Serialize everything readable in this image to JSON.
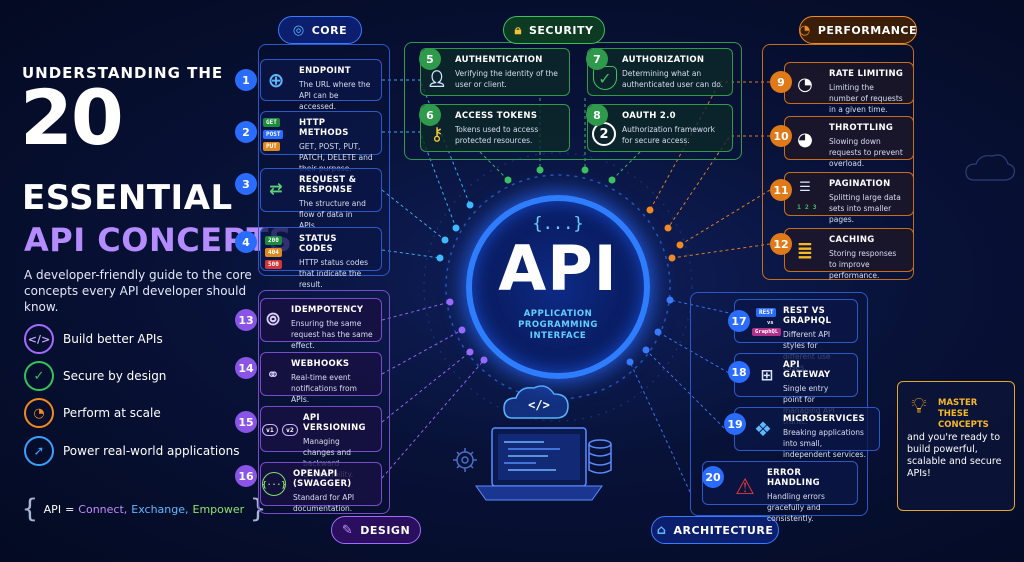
{
  "left_panel": {
    "title_line1": "UNDERSTANDING THE",
    "title_number": "20",
    "title_line2": "ESSENTIAL",
    "title_line3": "API CONCEPTS",
    "subtitle": "A developer-friendly guide to the core concepts every API developer should know.",
    "features": [
      {
        "label": "Build better APIs",
        "icon": "code-icon",
        "glyph": "</>",
        "color": "#a26bff"
      },
      {
        "label": "Secure by design",
        "icon": "shield-icon",
        "glyph": "✓",
        "color": "#36c25b"
      },
      {
        "label": "Perform at scale",
        "icon": "gauge-icon",
        "glyph": "◔",
        "color": "#f08a24"
      },
      {
        "label": "Power real-world applications",
        "icon": "rocket-icon",
        "glyph": "➚",
        "color": "#3aa0ff"
      }
    ],
    "footer": {
      "prefix": "API",
      "equals": "=",
      "connect": "Connect,",
      "exchange": "Exchange,",
      "empower": "Empower"
    }
  },
  "categories": {
    "core": {
      "label": "CORE",
      "color": "#3a7bff"
    },
    "security": {
      "label": "SECURITY",
      "color": "#3cc060"
    },
    "performance": {
      "label": "PERFORMANCE",
      "color": "#f08a24"
    },
    "design": {
      "label": "DESIGN",
      "color": "#a56bff"
    },
    "architecture": {
      "label": "ARCHITECTURE",
      "color": "#3a7bff"
    }
  },
  "center": {
    "braces": "{...}",
    "label": "API",
    "sub1": "APPLICATION",
    "sub2": "PROGRAMMING",
    "sub3": "INTERFACE"
  },
  "concepts": [
    {
      "n": "1",
      "title": "ENDPOINT",
      "desc": "The URL where the API can be accessed."
    },
    {
      "n": "2",
      "title": "HTTP METHODS",
      "desc": "GET, POST, PUT, PATCH, DELETE and their purpose."
    },
    {
      "n": "3",
      "title": "REQUEST & RESPONSE",
      "desc": "The structure and flow of data in APIs."
    },
    {
      "n": "4",
      "title": "STATUS CODES",
      "desc": "HTTP status codes that indicate the result."
    },
    {
      "n": "5",
      "title": "AUTHENTICATION",
      "desc": "Verifying the identity of the user or client."
    },
    {
      "n": "6",
      "title": "ACCESS TOKENS",
      "desc": "Tokens used to access protected resources."
    },
    {
      "n": "7",
      "title": "AUTHORIZATION",
      "desc": "Determining what an authenticated user can do."
    },
    {
      "n": "8",
      "title": "OAUTH 2.0",
      "desc": "Authorization framework for secure access."
    },
    {
      "n": "9",
      "title": "RATE LIMITING",
      "desc": "Limiting the number of requests in a given time."
    },
    {
      "n": "10",
      "title": "THROTTLING",
      "desc": "Slowing down requests to prevent overload."
    },
    {
      "n": "11",
      "title": "PAGINATION",
      "desc": "Splitting large data sets into smaller pages."
    },
    {
      "n": "12",
      "title": "CACHING",
      "desc": "Storing responses to improve performance."
    },
    {
      "n": "13",
      "title": "IDEMPOTENCY",
      "desc": "Ensuring the same request has the same effect."
    },
    {
      "n": "14",
      "title": "WEBHOOKS",
      "desc": "Real-time event notifications from APIs."
    },
    {
      "n": "15",
      "title": "API VERSIONING",
      "desc": "Managing changes and backward compatibility."
    },
    {
      "n": "16",
      "title": "OPENAPI (SWAGGER)",
      "desc": "Standard for API documentation."
    },
    {
      "n": "17",
      "title": "REST VS GRAPHQL",
      "desc": "Different API styles for different use cases."
    },
    {
      "n": "18",
      "title": "API GATEWAY",
      "desc": "Single entry point for managing API traffic."
    },
    {
      "n": "19",
      "title": "MICROSERVICES",
      "desc": "Breaking applications into small, independent services."
    },
    {
      "n": "20",
      "title": "ERROR HANDLING",
      "desc": "Handling errors gracefully and consistently."
    }
  ],
  "badges": {
    "get": "GET",
    "post": "POST",
    "put": "PUT",
    "s200": "200",
    "s404": "404",
    "s500": "500",
    "rest": "REST",
    "vs": "vs",
    "graphql": "GraphQL",
    "v1": "v1",
    "v2": "v2",
    "oauth_num": "2",
    "pages": "1 2 3",
    "openapi_glyph": "{···}"
  },
  "master": {
    "title": "MASTER THESE CONCEPTS",
    "desc": "and you're ready to build powerful, scalable and secure APIs!"
  },
  "laptop_code": "</>"
}
